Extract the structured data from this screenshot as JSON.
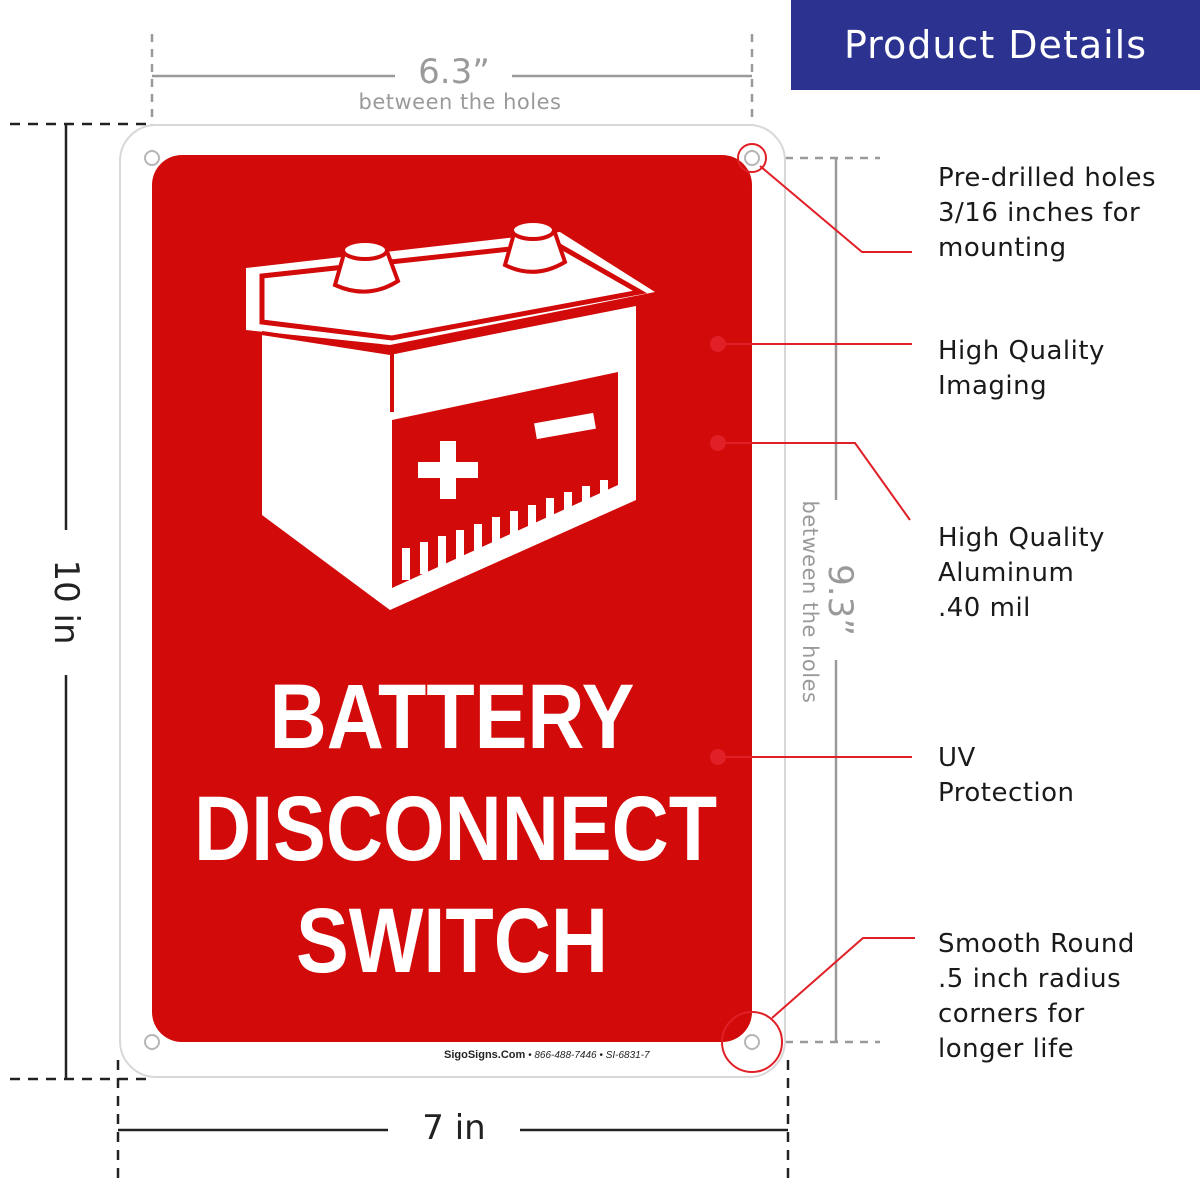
{
  "header": {
    "title": "Product Details"
  },
  "dimensions": {
    "top_width": "6.3”",
    "top_width_note": "between the holes",
    "side_height": "9.3”",
    "side_height_note": "between the holes",
    "overall_height": "10 in",
    "overall_width": "7 in"
  },
  "sign": {
    "title_lines": [
      "BATTERY",
      "DISCONNECT",
      "SWITCH"
    ],
    "brand": "SigoSigns.Com",
    "phone": "866-488-7446",
    "sku": "SI-6831-7",
    "icon": "car-battery-icon",
    "background_color": "#d20a0a",
    "symbol_color": "#ffffff"
  },
  "features": [
    {
      "lines": [
        "Pre-drilled holes",
        "3/16 inches for",
        "mounting"
      ]
    },
    {
      "lines": [
        "High Quality",
        "Imaging"
      ]
    },
    {
      "lines": [
        "High Quality",
        "Aluminum",
        ".40 mil"
      ]
    },
    {
      "lines": [
        "UV",
        "Protection"
      ]
    },
    {
      "lines": [
        "Smooth Round",
        ".5 inch radius",
        "corners for",
        "longer life"
      ]
    }
  ],
  "accent_color": "#e01f26",
  "header_color": "#2b3290"
}
